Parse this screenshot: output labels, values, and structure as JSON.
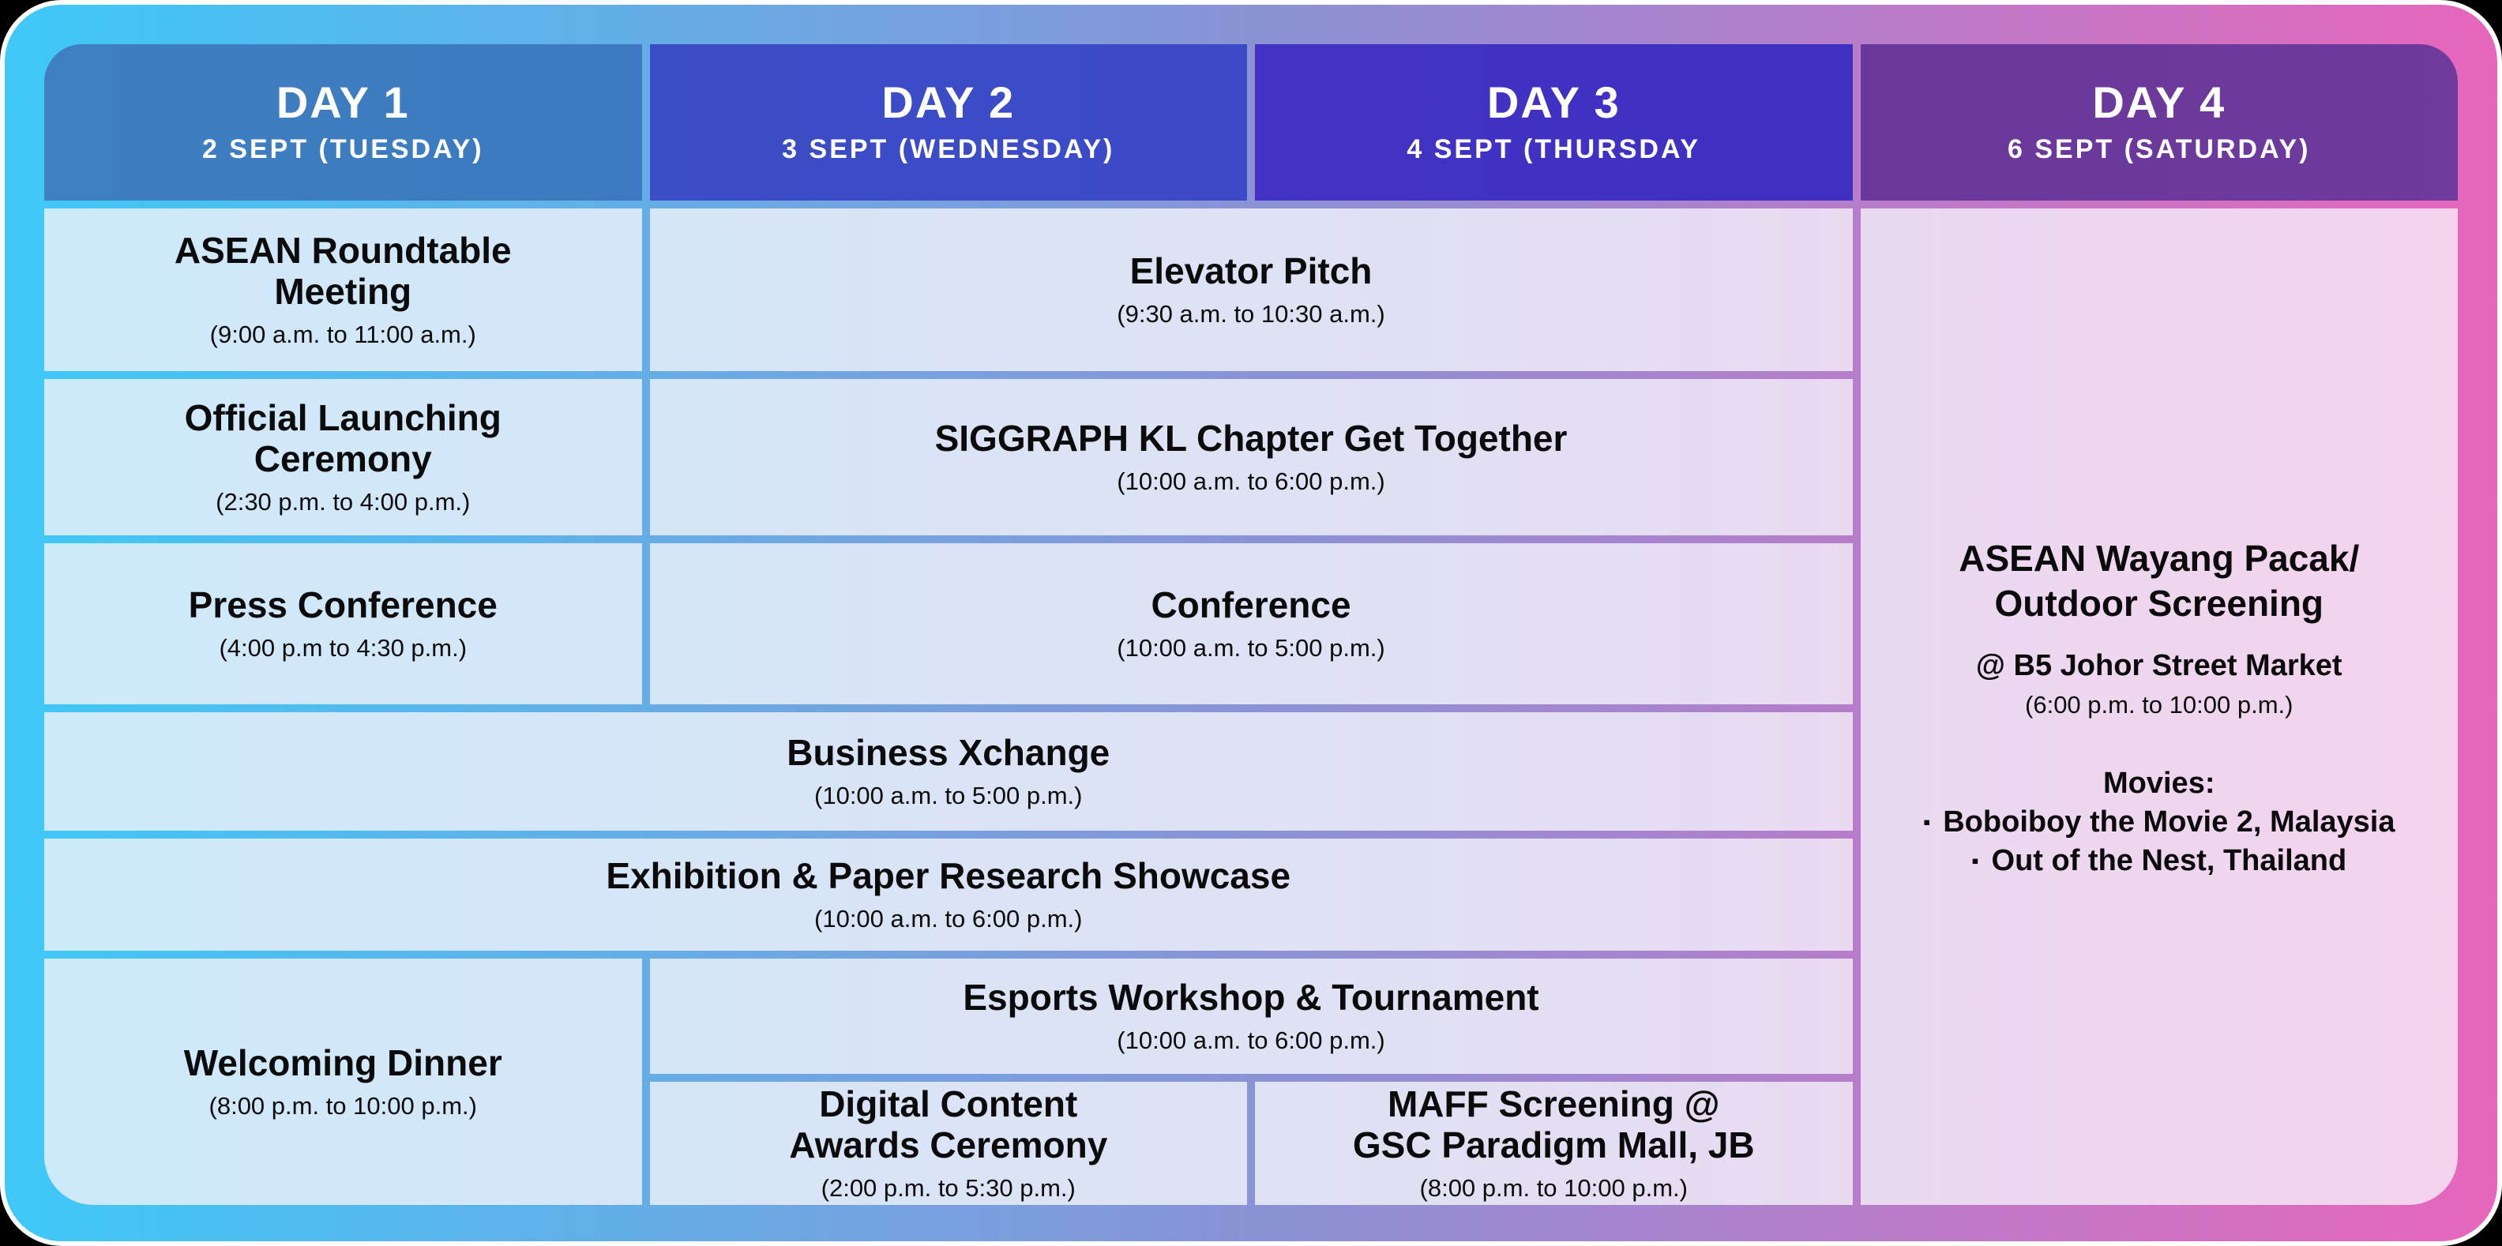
{
  "days": [
    {
      "label": "DAY 1",
      "date": "2 SEPT (TUESDAY)"
    },
    {
      "label": "DAY 2",
      "date": "3 SEPT (WEDNESDAY)"
    },
    {
      "label": "DAY 3",
      "date": "4 SEPT (THURSDAY"
    },
    {
      "label": "DAY 4",
      "date": "6 SEPT (SATURDAY)"
    }
  ],
  "events": {
    "asean_roundtable": {
      "title": "ASEAN Roundtable\nMeeting",
      "time": "(9:00 a.m. to 11:00 a.m.)"
    },
    "official_launching": {
      "title": "Official Launching\nCeremony",
      "time": "(2:30 p.m. to 4:00 p.m.)"
    },
    "press_conference": {
      "title": "Press Conference",
      "time": "(4:00 p.m to 4:30 p.m.)"
    },
    "elevator_pitch": {
      "title": "Elevator Pitch",
      "time": "(9:30 a.m. to 10:30 a.m.)"
    },
    "siggraph_get_together": {
      "title": "SIGGRAPH KL Chapter Get Together",
      "time": "(10:00 a.m. to 6:00 p.m.)"
    },
    "conference": {
      "title": "Conference",
      "time": "(10:00 a.m. to 5:00 p.m.)"
    },
    "business_xchange": {
      "title": "Business Xchange",
      "time": "(10:00 a.m. to 5:00 p.m.)"
    },
    "exhibition_showcase": {
      "title": "Exhibition & Paper Research Showcase",
      "time": "(10:00 a.m. to 6:00 p.m.)"
    },
    "welcoming_dinner": {
      "title": "Welcoming Dinner",
      "time": "(8:00 p.m. to 10:00 p.m.)"
    },
    "esports": {
      "title": "Esports Workshop & Tournament",
      "time": "(10:00 a.m. to 6:00 p.m.)"
    },
    "digital_awards": {
      "title": "Digital Content\nAwards Ceremony",
      "time": "(2:00 p.m. to 5:30 p.m.)"
    },
    "maff_screening": {
      "title": "MAFF Screening @\nGSC Paradigm Mall, JB",
      "time": "(8:00 p.m. to 10:00 p.m.)"
    }
  },
  "day4_event": {
    "title": "ASEAN Wayang Pacak/\nOutdoor Screening",
    "location": "@ B5 Johor Street Market",
    "time": "(6:00 p.m. to 10:00 p.m.)",
    "movies_label": "Movies:",
    "bullet": "▪",
    "movies": [
      "Boboiboy the Movie 2, Malaysia",
      "Out of the Nest, Thailand"
    ]
  },
  "colors": {
    "background_left": "#3EC9F8",
    "background_mid": "#8A93D6",
    "background_right": "#E766BC",
    "cell_left": "#CCEAFB",
    "cell_mid": "#DEE2F4",
    "cell_right": "#F5D2ED",
    "day1_header_start": "#3E80C0",
    "day1_header_end": "#3A64C0",
    "day2_header_start": "#3B52C5",
    "day2_header_end": "#3D41C9",
    "day3_header_start": "#4438CB",
    "day3_header_end": "#3E2DBD",
    "day4_header_start": "#5C3097",
    "day4_header_end": "#6E3A9C",
    "header_text": "#FFFFFF",
    "body_text": "#0B0B0B",
    "frame_border": "#FFFFFF"
  }
}
